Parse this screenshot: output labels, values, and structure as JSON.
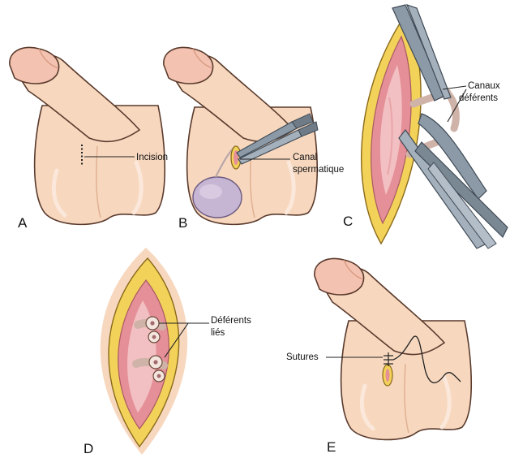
{
  "panels": [
    {
      "letter": "A",
      "labels": [
        "Incision"
      ]
    },
    {
      "letter": "B",
      "labels": [
        "Canal",
        "spermatique"
      ]
    },
    {
      "letter": "C",
      "labels": [
        "Canaux",
        "déférents"
      ]
    },
    {
      "letter": "D",
      "labels": [
        "Déférents",
        "liés"
      ]
    },
    {
      "letter": "E",
      "labels": [
        "Sutures"
      ]
    }
  ],
  "colors": {
    "skin": "#f7d8bf",
    "skin_shadow": "#e8b99a",
    "outline": "#5a3a2c",
    "fat": "#f3d25a",
    "tissue": "#e58f98",
    "tissue_light": "#f2c0c2",
    "instrument": "#8c9aa8",
    "vas": "#cfb3a8",
    "testis": "#c7b6d3"
  }
}
